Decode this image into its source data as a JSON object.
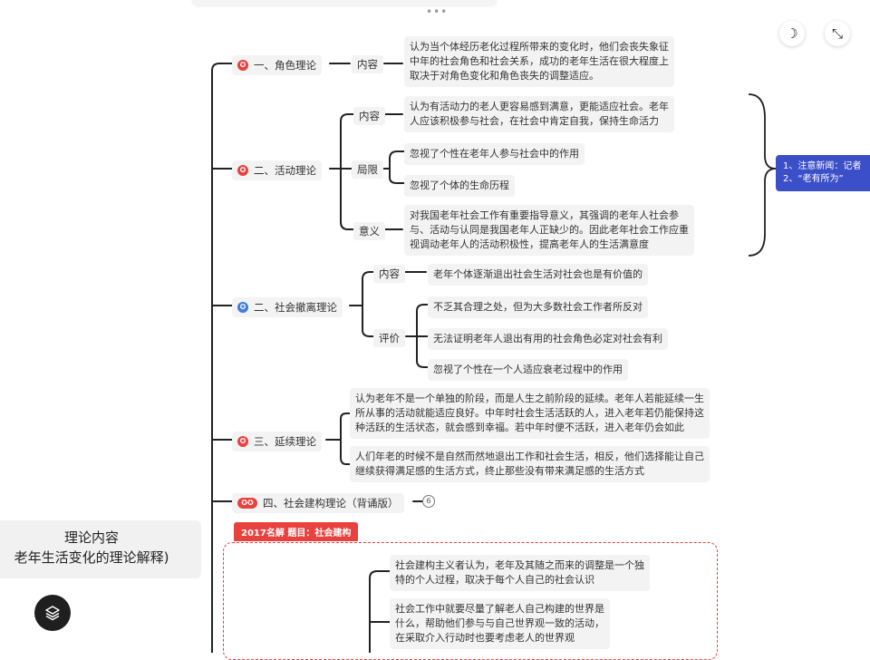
{
  "toolbar": {
    "menu_dots": "•••",
    "theme_icon": "moon-icon",
    "collapse_icon": "collapse-icon"
  },
  "root": {
    "line1": "理论内容",
    "line2": "老年生活变化的理论解释)"
  },
  "b1": {
    "title": "一、角色理论",
    "label": "内容",
    "text": [
      "认为当个体经历老化过程所带来的变化时，他们会丧失象征",
      "中年的社会角色和社会关系，成功的老年生活在很大程度上",
      "取决于对角色变化和角色丧失的调整适应。"
    ]
  },
  "b2": {
    "title": "二、活动理论",
    "content_label": "内容",
    "content": [
      "认为有活动力的老人更容易感到满意，更能适应社会。老年",
      "人应该积极参与社会，在社会中肯定自我，保持生命活力"
    ],
    "limit_label": "局限",
    "limit1": "忽视了个性在老年人参与社会中的作用",
    "limit2": "忽视了个体的生命历程",
    "meaning_label": "意义",
    "meaning": [
      "对我国老年社会工作有重要指导意义，其强调的老年人社会参",
      "与、活动与认同是我国老年人正缺少的。因此老年社会工作应重",
      "视调动老年人的活动积极性，提高老年人的生活满意度"
    ]
  },
  "note": {
    "line1": "1、注意新闻：记者",
    "line2": "2、“老有所为”"
  },
  "b3": {
    "title": "二、社会撤离理论",
    "content_label": "内容",
    "content": "老年个体逐渐退出社会生活对社会也是有价值的",
    "eval_label": "评价",
    "eval1": "不乏其合理之处，但为大多数社会工作者所反对",
    "eval2": "无法证明老年人退出有用的社会角色必定对社会有利",
    "eval3": "忽视了个性在一个人适应衰老过程中的作用"
  },
  "b4": {
    "title": "三、延续理论",
    "text1": [
      "认为老年不是一个单独的阶段，而是人生之前阶段的延续。老年人若能延续一生",
      "所从事的活动就能适应良好。中年时社会生活活跃的人，进入老年若仍能保持这",
      "种活跃的生活状态，就会感到幸福。若中年时便不活跃，进入老年仍会如此"
    ],
    "text2": [
      "人们年老的时候不是自然而然地退出工作和社会生活，相反，他们选择能让自己",
      "继续获得满足感的生活方式，终止那些没有带来满足感的生活方式"
    ]
  },
  "b5": {
    "title": "四、社会建构理论（背诵版）",
    "collapse_count": "6",
    "tag": "2017名解 题目：社会建构",
    "text1": [
      "社会建构主义者认为，老年及其随之而来的调整是一个独",
      "特的个人过程，取决于每个人自己的社会认识"
    ],
    "text2": [
      "社会工作中就要尽量了解老人自己构建的世界是",
      "什么，帮助他们参与与自己世界观一致的活动，",
      "在采取介入行动时也要考虑老人的世界观"
    ]
  },
  "colors": {
    "accent_red": "#e8413e",
    "accent_blue": "#3d7be0",
    "note_bg": "#3b4fc8"
  }
}
